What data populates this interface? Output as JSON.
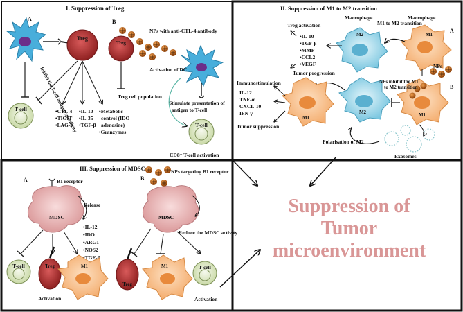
{
  "panel1": {
    "title": "I. Suppression of Treg",
    "label_a": "A",
    "label_b": "B",
    "treg": "Treg",
    "treg_b": "Treg",
    "tcell": "T-cell",
    "tcell_b": "T-cell",
    "inhibit_note": "Inhibit the T-cell antigen specificity",
    "nps_antibody": "NPs  with anti-CTL-4 antibody",
    "activation_dc": "Activation of DC",
    "treg_population": "Treg cell population",
    "stimulate_note": [
      "Stimulate presentation of",
      "antigen to T-cell"
    ],
    "cd8_activation": "CD8⁺ T-cell activation",
    "col1": [
      "•CTL-4",
      "•TIGIT",
      "•LAG-3"
    ],
    "col2": [
      "•IL-10",
      "•IL-35",
      "•TGF-β"
    ],
    "col3": [
      "•Metabolic",
      "control (IDO",
      "adenosine)",
      "•Granzymes"
    ]
  },
  "panel2": {
    "title": "II. Suppression of M1 to M2 transition",
    "label_a": "A",
    "label_b": "B",
    "macrophage_left": "Macrophage",
    "macrophage_right": "Macrophage",
    "transition": "M1 to M2 transition",
    "m2": "M2",
    "m1": "M1",
    "m2_b": "M2",
    "m1_b": "M1",
    "m1_left": "M1",
    "treg_activation": "Treg activation",
    "factors": [
      "•IL-10",
      "•TGF-β",
      "•MMP",
      "•CCL2",
      "•VEGF"
    ],
    "tumor_progression": "Tumor progression",
    "immunostimulation": "Immunostimulation",
    "cytokines": [
      "IL-12",
      "TNF-α",
      "CXCL-10",
      "IFN-γ"
    ],
    "tumor_suppression": "Tumor suppression",
    "nps": "NPs",
    "nps_inhibit": [
      "NPs inhibit the M1",
      "to M2 transition"
    ],
    "polarisation": "Polarisation of M2",
    "exosomes": "Exosomes"
  },
  "panel3": {
    "title": "III. Suppression of MDSCs",
    "label_a": "A",
    "label_b": "B",
    "b1_receptor": "B1 receptor",
    "nps_targeting": "NPs targeting B1 receptor",
    "mdsc": "MDSC",
    "mdsc_b": "MDSC",
    "release": "Release",
    "released": [
      "•IL-12",
      "•IDO",
      "•ARG1",
      "•NOS2",
      "•TGF-β"
    ],
    "reduce": "Reduce the MDSC activity",
    "tcell": "T-cell",
    "treg": "Treg",
    "m1": "M1",
    "activation": "Activation",
    "treg_b": "Treg",
    "m1_b": "M1",
    "tcell_b": "T-cell",
    "activation_b": "Activation"
  },
  "center": {
    "line1": "Suppression of",
    "line2": "Tumor",
    "line3": "microenvironment",
    "color": "#d99696"
  },
  "colors": {
    "treg": "#b83a3a",
    "tcell": "#dfe9c8",
    "m1": "#f6b77e",
    "m2": "#8fd3e6",
    "mdsc": "#e9b3b6",
    "dc": "#48aedb",
    "np": "#c96a14"
  }
}
